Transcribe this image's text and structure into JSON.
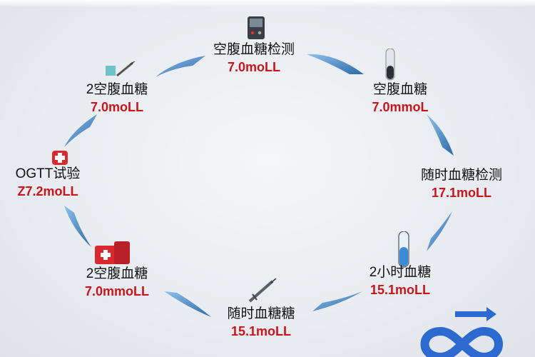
{
  "nodes": [
    {
      "id": "top",
      "label": "空腹血糖检测",
      "value": "7.0moLL"
    },
    {
      "id": "upper-right",
      "label": "空腹血糖",
      "value": "7.0mmoL"
    },
    {
      "id": "right",
      "label": "随时血糖检测",
      "value": "17.1moLL"
    },
    {
      "id": "lower-right",
      "label": "2小时血糖",
      "value": "15.1moLL"
    },
    {
      "id": "bottom",
      "label": "随时血糖糖",
      "value": "15.1moLL"
    },
    {
      "id": "lower-left",
      "label": "2空腹血糖",
      "value": "7.0mmoLL"
    },
    {
      "id": "left",
      "label": "OGTT试验",
      "value": "Z7.2moLL"
    },
    {
      "id": "upper-left",
      "label": "2空腹血糖",
      "value": "7.0moLL"
    }
  ],
  "icons": {
    "glucometer": "glucometer-icon",
    "syringe": "syringe-icon",
    "test_tube": "test-tube-icon",
    "medical_kit": "medical-kit-icon",
    "infinity_logo": "infinity-arrow-icon"
  },
  "colors": {
    "arrow": "#4a8fd0",
    "arrow_dark": "#2c6aa8",
    "value_text": "#c8141c",
    "label_text": "#111111"
  }
}
